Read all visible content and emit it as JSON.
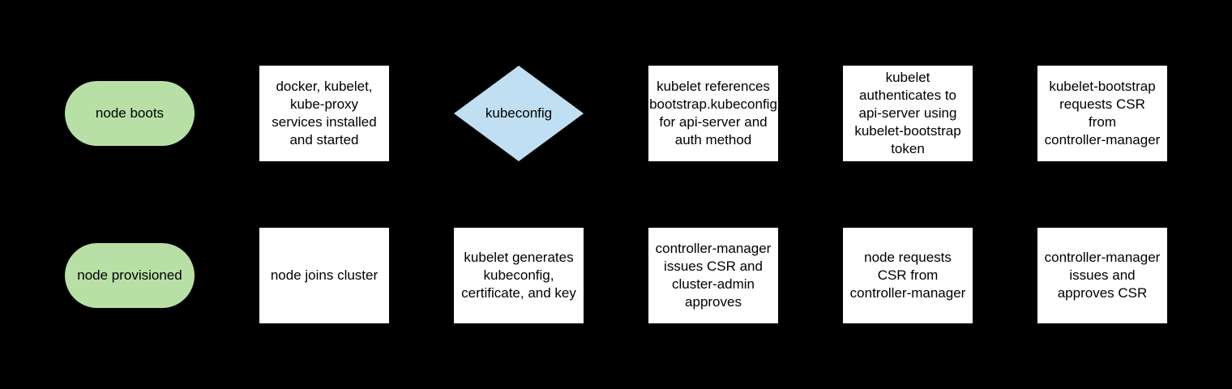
{
  "colors": {
    "background": "#000000",
    "process_fill": "#ffffff",
    "terminator_fill": "#b8e0a6",
    "decision_fill": "#c0dff2",
    "text": "#000000"
  },
  "diagram": {
    "rows": [
      {
        "nodes": [
          {
            "type": "terminator",
            "label": "node boots"
          },
          {
            "type": "process",
            "label": "docker, kubelet,\nkube-proxy\nservices installed\nand started"
          },
          {
            "type": "decision",
            "label": "kubeconfig"
          },
          {
            "type": "process",
            "label": "kubelet references\nbootstrap.kubeconfig\nfor api-server and\nauth method"
          },
          {
            "type": "process",
            "label": "kubelet\nauthenticates to\napi-server using\nkubelet-bootstrap\ntoken"
          },
          {
            "type": "process",
            "label": "kubelet-bootstrap\nrequests CSR\nfrom\ncontroller-manager"
          }
        ]
      },
      {
        "nodes": [
          {
            "type": "terminator",
            "label": "node provisioned"
          },
          {
            "type": "process",
            "label": "node joins cluster"
          },
          {
            "type": "process",
            "label": "kubelet generates\nkubeconfig,\ncertificate, and key"
          },
          {
            "type": "process",
            "label": "controller-manager\nissues CSR and\ncluster-admin\napproves"
          },
          {
            "type": "process",
            "label": "node requests\nCSR from\ncontroller-manager"
          },
          {
            "type": "process",
            "label": "controller-manager\nissues and\napproves CSR"
          }
        ]
      }
    ]
  }
}
